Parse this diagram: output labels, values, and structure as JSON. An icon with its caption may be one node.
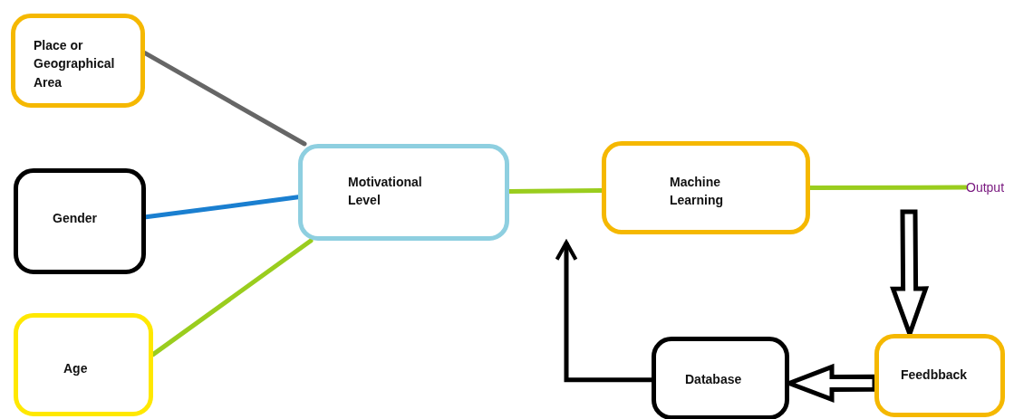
{
  "diagram": {
    "nodes": [
      {
        "text": [
          "Place or Geographical Area"
        ]
      },
      {
        "text": [
          "Gender"
        ]
      },
      {
        "text": [
          "Age"
        ]
      },
      {
        "text": [
          "Motivational Level"
        ]
      },
      {
        "text": [
          "Machine Learning"
        ]
      },
      {
        "text": [
          "Output"
        ]
      },
      {
        "text": [
          "Feedbback"
        ]
      },
      {
        "text": [
          "Database"
        ]
      }
    ],
    "edges": [
      {
        "from": 0,
        "to": 3,
        "arrow": "none",
        "color": "#666666"
      },
      {
        "from": 1,
        "to": 3,
        "arrow": "none",
        "color": "#1a7fd0"
      },
      {
        "from": 2,
        "to": 3,
        "arrow": "none"
      },
      {
        "from": 3,
        "to": 4,
        "arrow": "none"
      },
      {
        "from": 4,
        "to": 5,
        "arrow": "none"
      },
      {
        "from": null,
        "to": 6,
        "arrow": "to",
        "style": "thick",
        "color": "#000000"
      },
      {
        "from": 6,
        "to": 7,
        "arrow": "to",
        "style": "thick",
        "color": "#000000"
      },
      {
        "from": 7,
        "to": null,
        "arrow": "to",
        "color": "#000000"
      }
    ]
  }
}
